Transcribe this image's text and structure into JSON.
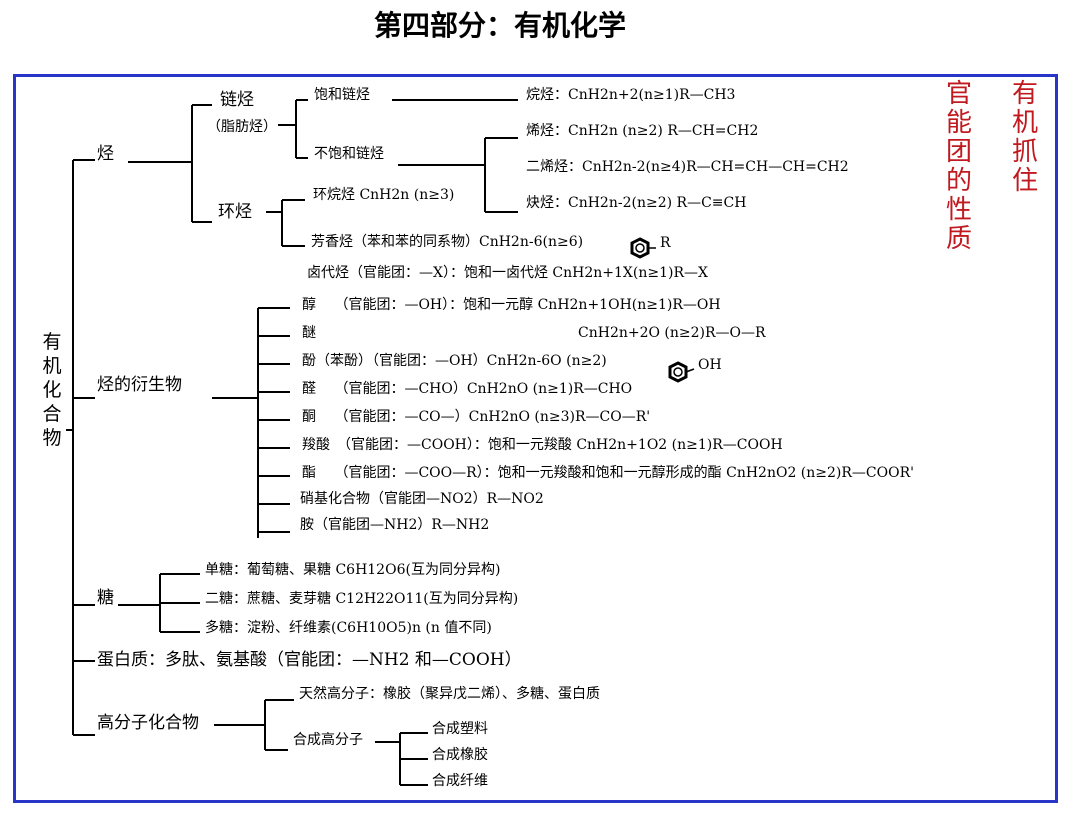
{
  "title": "第四部分：有机化学",
  "side_notes": {
    "color": "#c0191f",
    "note1": [
      "官",
      "能",
      "团",
      "的",
      "性",
      "质"
    ],
    "note2": [
      "有",
      "机",
      "抓",
      "住"
    ]
  },
  "frame_color": "#2835c8",
  "root": [
    "有",
    "机",
    "化",
    "合",
    "物"
  ],
  "hydrocarbon": {
    "label": "烃",
    "chain": {
      "label": "链烃",
      "sub": "（脂肪烃）"
    },
    "saturated": "饱和链烃",
    "alkane": "烷烃：CnH2n+2(n≥1)R—CH3",
    "unsaturated": "不饱和链烃",
    "alkene": "烯烃：CnH2n (n≥2) R—CH=CH2",
    "diene": "二烯烃：CnH2n-2(n≥4)R—CH=CH—CH=CH2",
    "alkyne": "炔烃：CnH2n-2(n≥2) R—C≡CH",
    "ring": "环烃",
    "cycloalkane": "环烷烃 CnH2n (n≥3)",
    "aromatic": "芳香烃（苯和苯的同系物）CnH2n-6(n≥6)",
    "aromatic_r": "R"
  },
  "haloalkane": "卤代烃（官能团：—X）：饱和一卤代烃 CnH2n+1X(n≥1)R—X",
  "derivatives": {
    "label": "烃的衍生物",
    "alcohol": "醇　 （官能团：—OH）：饱和一元醇 CnH2n+1OH(n≥1)R—OH",
    "ether_label": "醚",
    "ether_formula": "CnH2n+2O (n≥2)R—O—R",
    "phenol": "酚（苯酚）（官能团：—OH）CnH2n-6O (n≥2)",
    "phenol_oh": "OH",
    "aldehyde": "醛　 （官能团：—CHO）CnH2nO (n≥1)R—CHO",
    "ketone": "酮　 （官能团：—CO—）CnH2nO (n≥3)R—CO—R'",
    "acid": "羧酸　（官能团：—COOH）：饱和一元羧酸 CnH2n+1O2 (n≥1)R—COOH",
    "ester": "酯　 （官能团：—COO—R）：饱和一元羧酸和饱和一元醇形成的酯 CnH2nO2 (n≥2)R—COOR'",
    "nitro": "硝基化合物（官能团—NO2）R—NO2",
    "amine": "胺（官能团—NH2）R—NH2"
  },
  "sugar": {
    "label": "糖",
    "mono": "单糖：葡萄糖、果糖 C6H12O6(互为同分异构)",
    "di": "二糖：蔗糖、麦芽糖 C12H22O11(互为同分异构)",
    "poly": "多糖：淀粉、纤维素(C6H10O5)n (n 值不同)"
  },
  "protein": "蛋白质：多肽、氨基酸（官能团：—NH2 和—COOH）",
  "polymer": {
    "label": "高分子化合物",
    "natural": "天然高分子：橡胶（聚异戊二烯）、多糖、蛋白质",
    "synthetic": "合成高分子",
    "plastic": "合成塑料",
    "rubber": "合成橡胶",
    "fiber": "合成纤维"
  }
}
